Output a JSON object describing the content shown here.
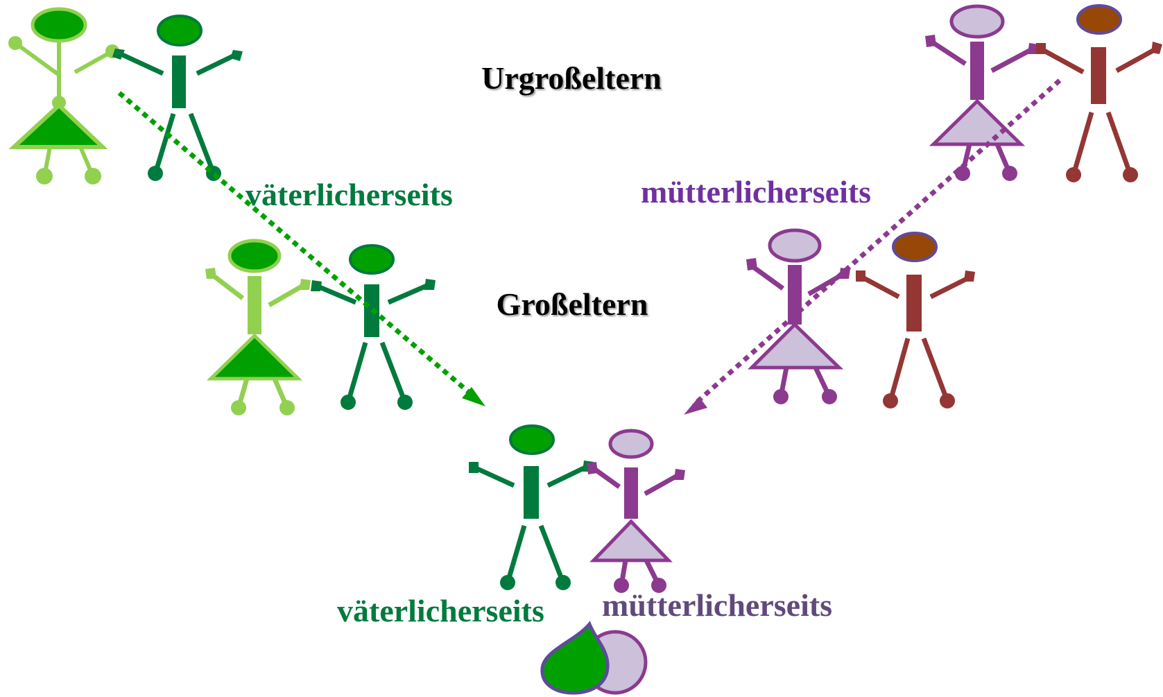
{
  "labels": {
    "great_grandparents": "Urgroßeltern",
    "grandparents": "Großeltern",
    "paternal_top": "väterlicherseits",
    "maternal_top": "mütterlicherseits",
    "paternal_bottom": "väterlicherseits",
    "maternal_bottom": "mütterlicherseits"
  },
  "colors": {
    "paternal_female": "#92d050",
    "paternal_male": "#007a3d",
    "paternal_fill": "#00a000",
    "maternal_female": "#8b3a8f",
    "maternal_female_fill": "#ccc0da",
    "maternal_male": "#943634",
    "maternal_male_head": "#974706",
    "maternal_male_head_outline": "#604a9b",
    "paternal_text": "#007a3d",
    "maternal_text": "#7030a0",
    "maternal_text_bottom": "#604a7b"
  }
}
